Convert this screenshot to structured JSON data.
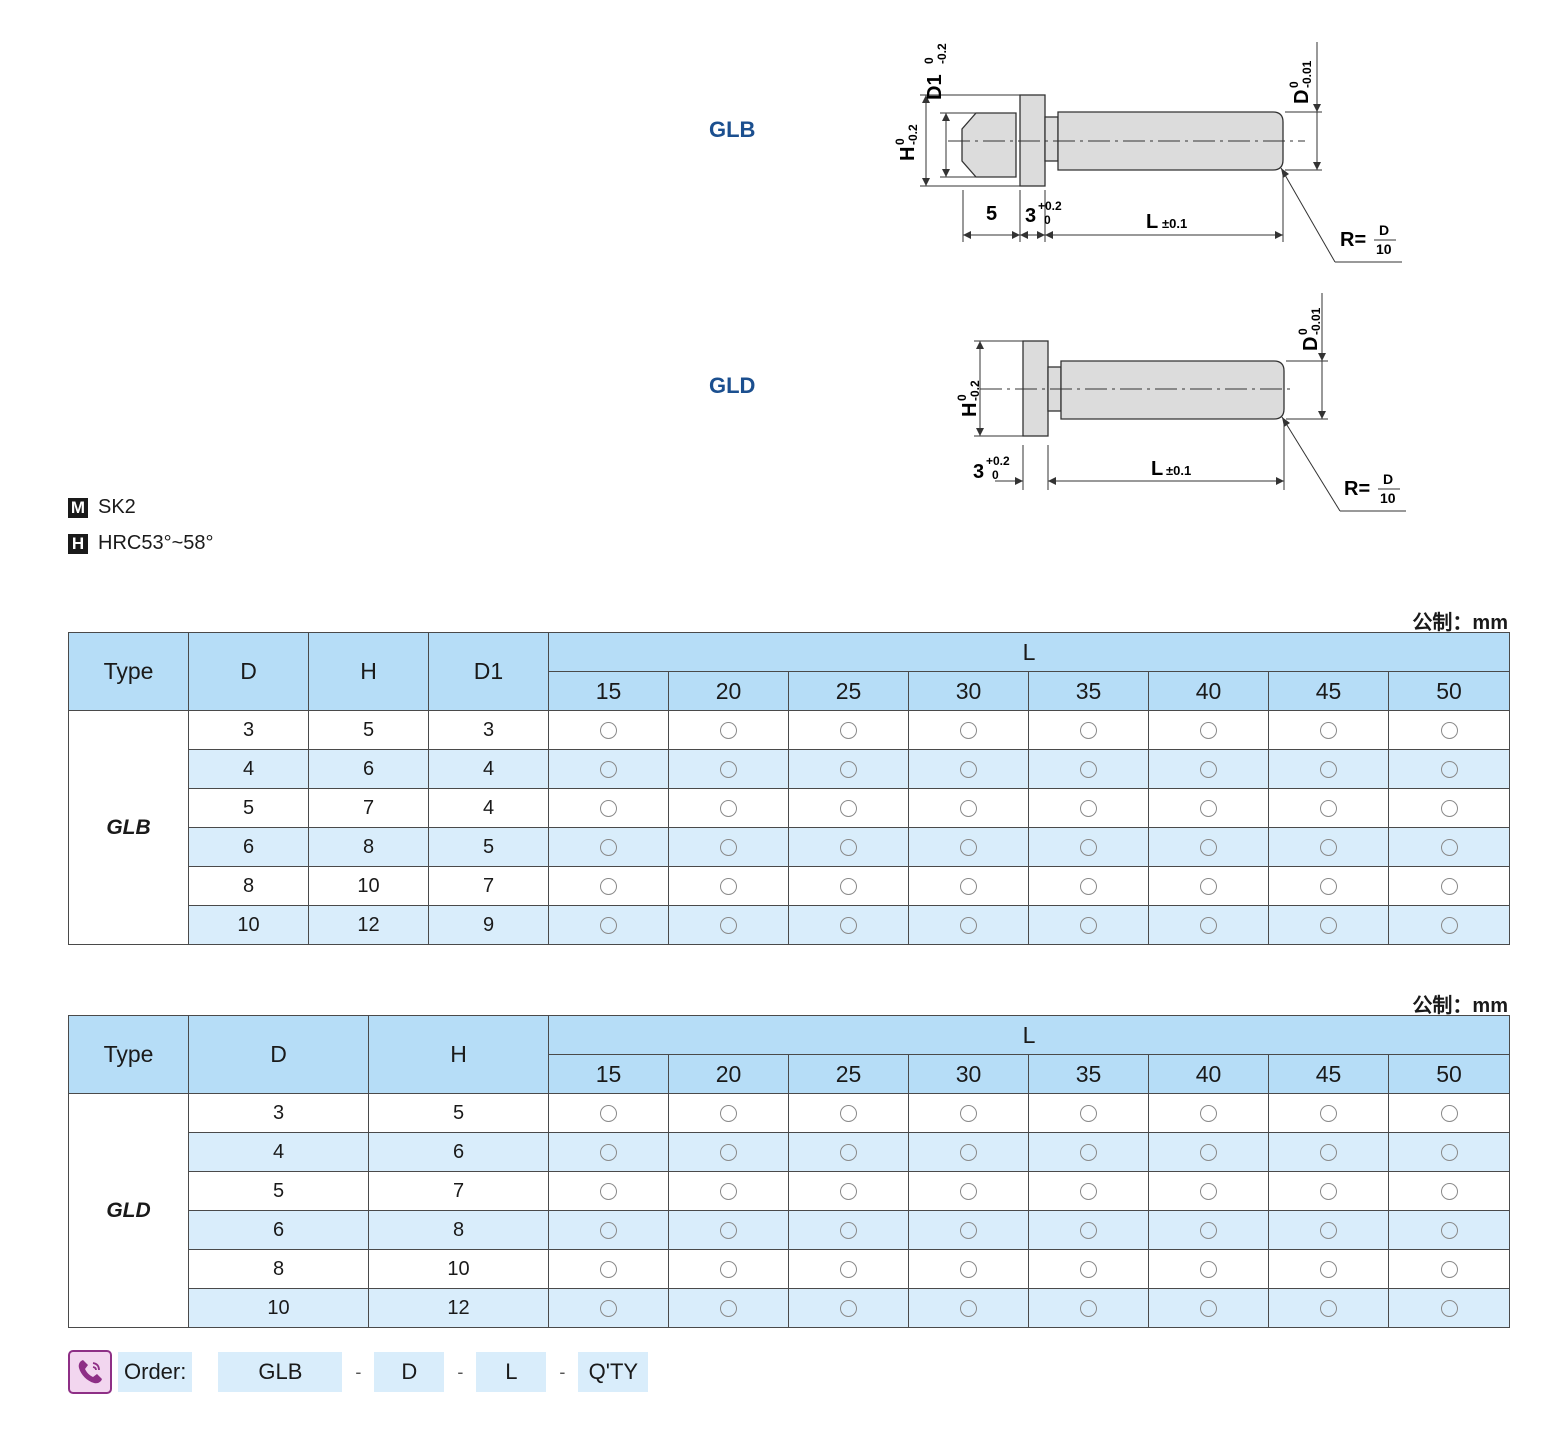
{
  "diagrams": {
    "glb": {
      "type_label": "GLB",
      "d1_label": "D1",
      "d1_tol_upper": "0",
      "d1_tol_lower": "-0.2",
      "h_label": "H",
      "h_tol_upper": "0",
      "h_tol_lower": "-0.2",
      "d_label": "D",
      "d_tol_upper": "0",
      "d_tol_lower": "-0.01",
      "dim_5": "5",
      "dim_3": "3",
      "dim_3_tol_upper": "+0.2",
      "dim_3_tol_lower": "0",
      "l_label": "L",
      "l_tol": "±0.1",
      "r_label": "R=",
      "r_num": "D",
      "r_den": "10"
    },
    "gld": {
      "type_label": "GLD",
      "h_label": "H",
      "h_tol_upper": "0",
      "h_tol_lower": "-0.2",
      "d_label": "D",
      "d_tol_upper": "0",
      "d_tol_lower": "-0.01",
      "dim_3": "3",
      "dim_3_tol_upper": "+0.2",
      "dim_3_tol_lower": "0",
      "l_label": "L",
      "l_tol": "±0.1",
      "r_label": "R=",
      "r_num": "D",
      "r_den": "10"
    }
  },
  "material": {
    "m_badge": "M",
    "m_value": "SK2",
    "h_badge": "H",
    "h_value": "HRC53°~58°"
  },
  "table_glb": {
    "unit": "公制：mm",
    "headers": {
      "type": "Type",
      "d": "D",
      "h": "H",
      "d1": "D1",
      "l": "L"
    },
    "l_values": [
      "15",
      "20",
      "25",
      "30",
      "35",
      "40",
      "45",
      "50"
    ],
    "type_name": "GLB",
    "rows": [
      {
        "d": "3",
        "h": "5",
        "d1": "3"
      },
      {
        "d": "4",
        "h": "6",
        "d1": "4"
      },
      {
        "d": "5",
        "h": "7",
        "d1": "4"
      },
      {
        "d": "6",
        "h": "8",
        "d1": "5"
      },
      {
        "d": "8",
        "h": "10",
        "d1": "7"
      },
      {
        "d": "10",
        "h": "12",
        "d1": "9"
      }
    ]
  },
  "table_gld": {
    "unit": "公制：mm",
    "headers": {
      "type": "Type",
      "d": "D",
      "h": "H",
      "l": "L"
    },
    "l_values": [
      "15",
      "20",
      "25",
      "30",
      "35",
      "40",
      "45",
      "50"
    ],
    "type_name": "GLD",
    "rows": [
      {
        "d": "3",
        "h": "5"
      },
      {
        "d": "4",
        "h": "6"
      },
      {
        "d": "5",
        "h": "7"
      },
      {
        "d": "6",
        "h": "8"
      },
      {
        "d": "8",
        "h": "10"
      },
      {
        "d": "10",
        "h": "12"
      }
    ]
  },
  "order": {
    "label": "Order:",
    "fields": [
      "GLB",
      "D",
      "L",
      "Q'TY"
    ],
    "separator": "-"
  },
  "colors": {
    "accent_blue": "#1b4f8f",
    "header_bg": "#b6ddf7",
    "row_alt_bg": "#d9edfb",
    "icon_purple": "#8e2f86"
  },
  "icons": {
    "order": "phone-icon",
    "available": "circle-icon"
  }
}
